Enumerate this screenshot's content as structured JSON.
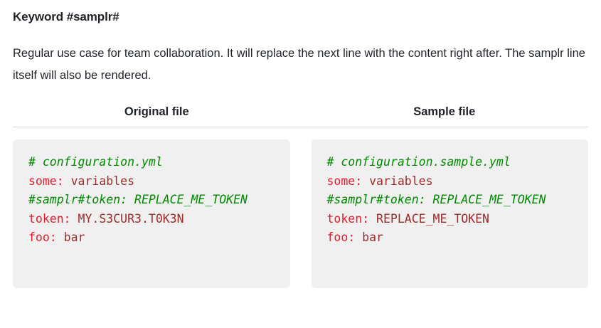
{
  "heading": "Keyword #samplr#",
  "paragraph": "Regular use case for team collaboration. It will replace the next line with the content right after. The samplr line itself will also be rendered.",
  "table": {
    "headers": {
      "original": "Original file",
      "sample": "Sample file"
    }
  },
  "colors": {
    "comment_green": "#008a00",
    "key_red": "#e8192c",
    "value_red": "#9c2b2b",
    "code_background": "#f0f0f0",
    "divider": "#d8dade",
    "text": "#1f2328"
  },
  "code_blocks": {
    "original": {
      "line1_comment": "# configuration.yml",
      "line2_key": "some:",
      "line2_value": " variables",
      "line3_comment": "#samplr#token: REPLACE_ME_TOKEN",
      "line4_key": "token:",
      "line4_value": " MY.S3CUR3.T0K3N",
      "line5_key": "foo:",
      "line5_value": " bar"
    },
    "sample": {
      "line1_comment": "# configuration.sample.yml",
      "line2_key": "some:",
      "line2_value": " variables",
      "line3_comment": "#samplr#token: REPLACE_ME_TOKEN",
      "line4_key": "token:",
      "line4_value": " REPLACE_ME_TOKEN",
      "line5_key": "foo:",
      "line5_value": " bar"
    }
  }
}
